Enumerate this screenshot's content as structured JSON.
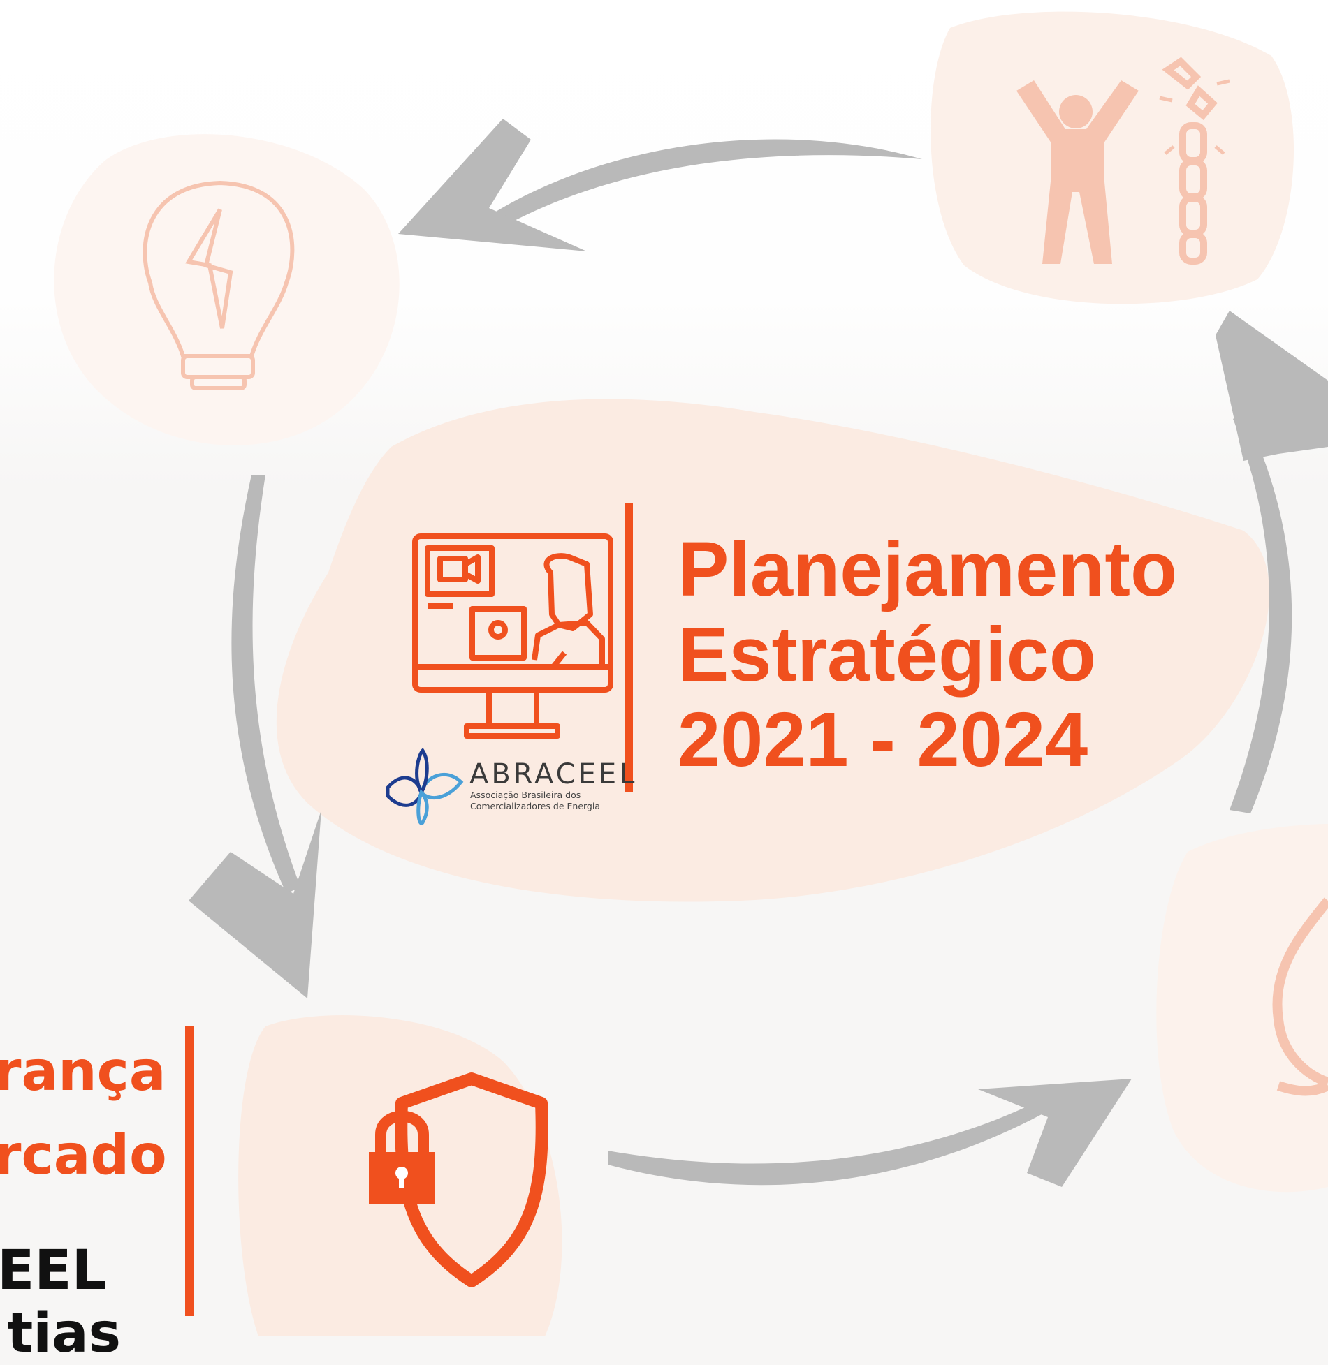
{
  "title": {
    "line1": "Planejamento",
    "line2": "Estratégico",
    "line3": "2021 - 2024"
  },
  "logo": {
    "name": "ABRACEEL",
    "subtitle_line1": "Associação Brasileira dos",
    "subtitle_line2": "Comercializadores de Energia"
  },
  "left_panel": {
    "line1": "rança",
    "line2": "rcado",
    "line3": "EEL",
    "line4": "tias"
  },
  "colors": {
    "accent": "#f0501e",
    "blob": "#fbebe2",
    "arrow": "#b9b9b9",
    "faded_icon": "#f6c4b0"
  },
  "icons": [
    "lightbulb-icon",
    "person-arms-up-icon",
    "broken-chain-icon",
    "computer-video-call-icon",
    "shield-lock-icon",
    "flame-icon",
    "abraceel-logo-icon"
  ]
}
